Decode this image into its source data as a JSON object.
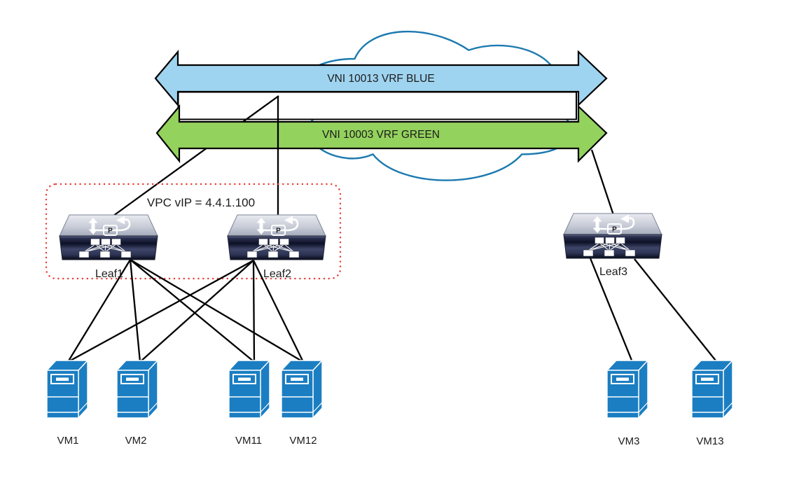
{
  "fabric": {
    "cloud_stroke": "#1c7ab0",
    "arrows": [
      {
        "id": "vni-blue",
        "label": "VNI 10013 VRF BLUE",
        "fill": "#9fd4f0"
      },
      {
        "id": "vni-green",
        "label": "VNI 10003 VRF GREEN",
        "fill": "#94d25e"
      }
    ]
  },
  "vpc": {
    "label": "VPC vIP = 4.4.1.100",
    "border_color": "#e8382f",
    "members": [
      "Leaf1",
      "Leaf2"
    ]
  },
  "switches": [
    {
      "label": "Leaf1"
    },
    {
      "label": "Leaf2"
    },
    {
      "label": "Leaf3"
    }
  ],
  "vms": [
    {
      "label": "VM1"
    },
    {
      "label": "VM2"
    },
    {
      "label": "VM11"
    },
    {
      "label": "VM12"
    },
    {
      "label": "VM3"
    },
    {
      "label": "VM13"
    }
  ],
  "icons": {
    "cloud": "network-cloud-icon",
    "switch": "nexus-leaf-switch-icon",
    "vm": "server-tower-icon",
    "switch_port_letter": "P"
  },
  "connections": {
    "uplinks": [
      {
        "from": "Leaf1",
        "to": "fabric"
      },
      {
        "from": "Leaf2",
        "to": "fabric"
      },
      {
        "from": "Leaf3",
        "to": "fabric"
      }
    ],
    "host_links": [
      {
        "from": "Leaf1",
        "to": "VM1"
      },
      {
        "from": "Leaf1",
        "to": "VM2"
      },
      {
        "from": "Leaf1",
        "to": "VM11"
      },
      {
        "from": "Leaf1",
        "to": "VM12"
      },
      {
        "from": "Leaf2",
        "to": "VM1"
      },
      {
        "from": "Leaf2",
        "to": "VM2"
      },
      {
        "from": "Leaf2",
        "to": "VM11"
      },
      {
        "from": "Leaf2",
        "to": "VM12"
      },
      {
        "from": "Leaf3",
        "to": "VM3"
      },
      {
        "from": "Leaf3",
        "to": "VM13"
      }
    ]
  },
  "colors": {
    "vm_fill": "#1b7ec2",
    "line": "#000000",
    "switch_top": "#c9cdd8",
    "switch_front": "#141a30",
    "white_band": "#ffffff"
  }
}
